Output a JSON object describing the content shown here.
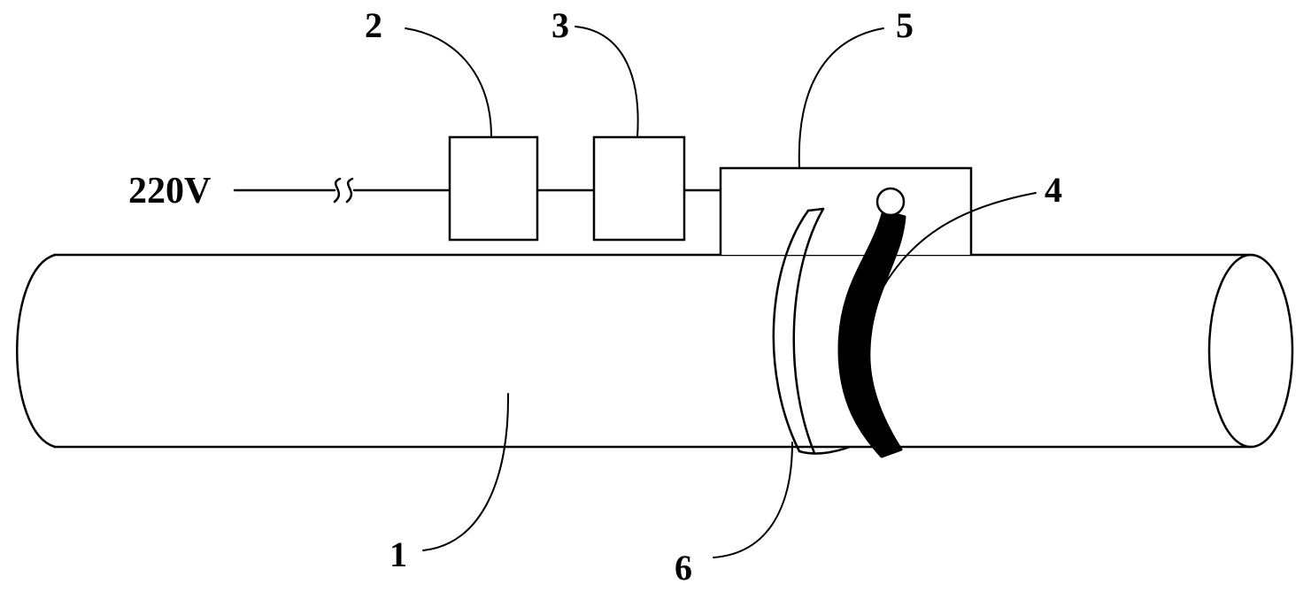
{
  "diagram": {
    "voltage_label": "220V",
    "callouts": {
      "pipe": "1",
      "box_a": "2",
      "box_b": "3",
      "coil": "4",
      "controller": "5",
      "sensor": "6"
    }
  }
}
